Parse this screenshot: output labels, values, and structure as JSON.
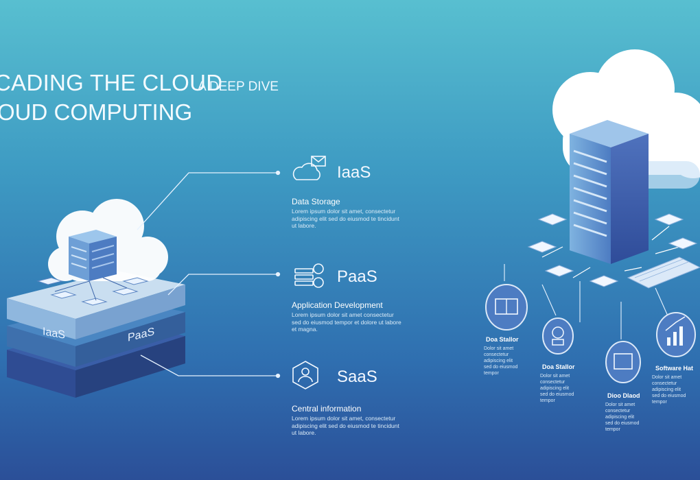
{
  "header": {
    "title_line1": "CADING THE CLOUD",
    "title_sub": "A DEEP DIVE",
    "title_line2": "OUD COMPUTING"
  },
  "stack_labels": {
    "left": "IaaS",
    "right": "PaaS"
  },
  "services": [
    {
      "name": "IaaS",
      "heading": "Data Storage",
      "desc": "Lorem ipsum dolor sit amet, consectetur\nadipiscing elit sed do eiusmod te tincidunt\nut labore."
    },
    {
      "name": "PaaS",
      "heading": "Application Development",
      "desc": "Lorem ipsum dolor sit amet consectetur\nsed do eiusmod tempor et dolore ut labore\net magna."
    },
    {
      "name": "SaaS",
      "heading": "Central information",
      "desc": "Lorem ipsum dolor sit amet, consectetur\nadipiscing elit sed do eiusmod te tincidunt\nut labore."
    }
  ],
  "nodes": [
    {
      "title": "Doa Stallor",
      "desc": "Dolor sit amet\nconsectetur\nadipiscing elit\nsed do eiusmod\ntempor"
    },
    {
      "title": "Doa Stallor",
      "desc": "Dolor sit amet\nconsectetur\nadipiscing elit\nsed do eiusmod\ntempor"
    },
    {
      "title": "Dioo Dlaod",
      "desc": "Dolor sit amet\nconsectetur\nadipiscing elit\nsed do eiusmod\ntempor"
    },
    {
      "title": "Software Hat",
      "desc": "Dolor sit amet\nconsectetur\nadipiscing elit\nsed do eiusmod\ntempor"
    }
  ],
  "colors": {
    "bg_top": "#58bfd0",
    "bg_bottom": "#2b4f98",
    "cloud": "#ffffff",
    "server": "#3a62ad"
  }
}
